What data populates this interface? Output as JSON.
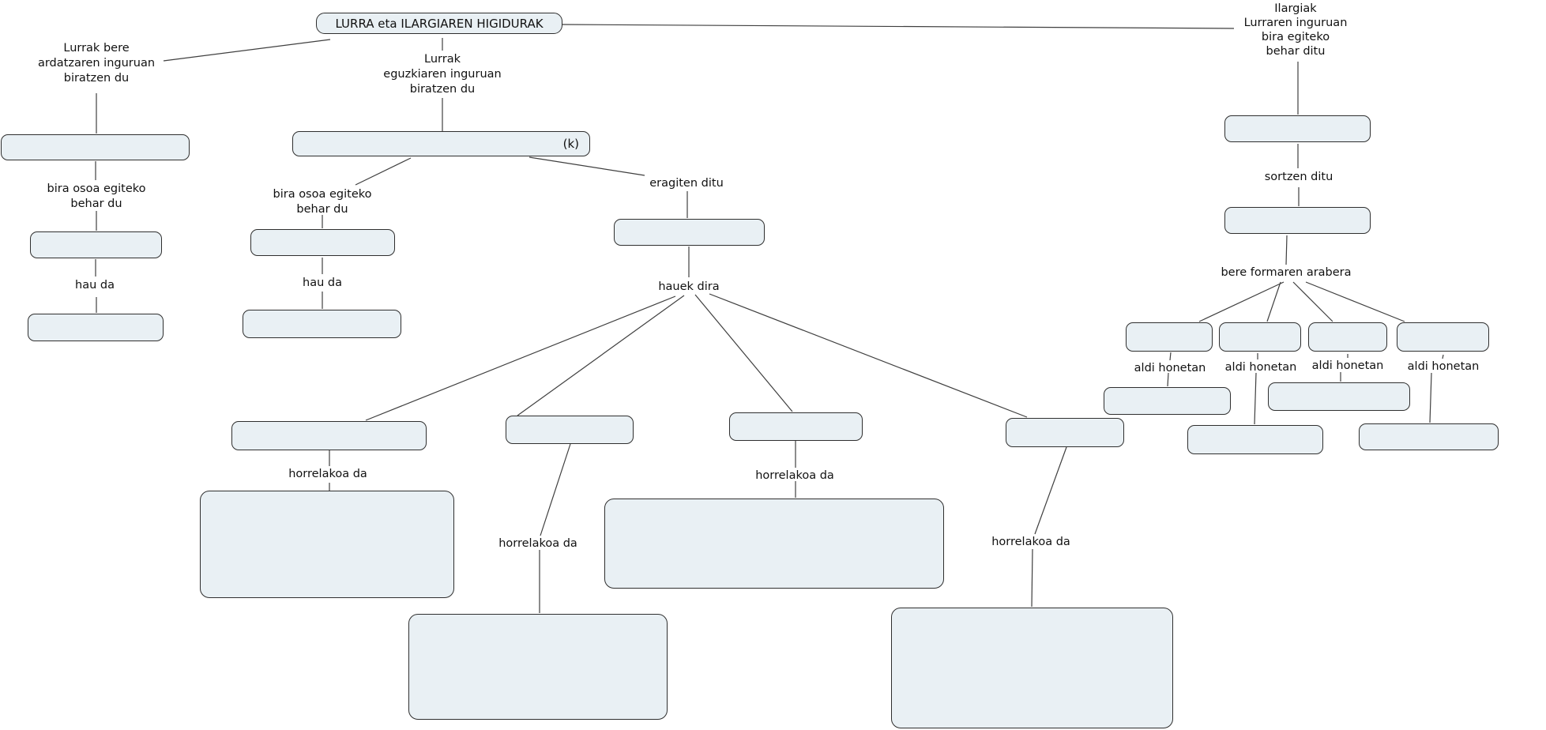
{
  "diagram": {
    "title": "LURRA eta ILARGIAREN HIGIDURAK",
    "k_box_text": "(k)",
    "colors": {
      "background": "#ffffff",
      "box_fill": "#e9f0f4",
      "box_border": "#2f2f2f",
      "connector": "#3f3f3f",
      "text": "#111111"
    },
    "labels": {
      "left_branch": "Lurrak bere\nardatzaren inguruan\nbiratzen du",
      "mid_branch": "Lurrak\neguzkiaren inguruan\nbiratzen du",
      "right_branch": "Ilargiak\nLurraren inguruan\nbira egiteko\nbehar ditu",
      "left_bira": "bira osoa egiteko\nbehar du",
      "mid_bira": "bira osoa egiteko\nbehar du",
      "left_hau": "hau da",
      "mid_hau": "hau da",
      "eragiten": "eragiten ditu",
      "hauek": "hauek dira",
      "horrelakoa_1": "horrelakoa da",
      "horrelakoa_2": "horrelakoa da",
      "horrelakoa_3": "horrelakoa da",
      "horrelakoa_4": "horrelakoa da",
      "sortzen": "sortzen ditu",
      "formaren": "bere formaren arabera",
      "aldi_1": "aldi honetan",
      "aldi_2": "aldi honetan",
      "aldi_3": "aldi honetan",
      "aldi_4": "aldi honetan"
    }
  }
}
